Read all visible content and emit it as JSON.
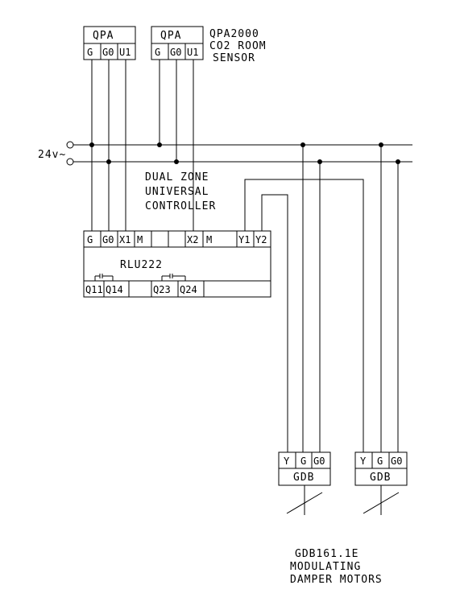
{
  "sensors": {
    "label": "QPA",
    "terminals": [
      "G",
      "G0",
      "U1"
    ],
    "description": [
      "QPA2000",
      "CO2 ROOM",
      "SENSOR"
    ]
  },
  "supply": {
    "label": "24v~"
  },
  "controller": {
    "description": [
      "DUAL ZONE",
      "UNIVERSAL",
      "CONTROLLER"
    ],
    "model": "RLU222",
    "top_terminals": [
      "G",
      "G0",
      "X1",
      "M",
      "",
      "",
      "X2",
      "M",
      "Y1",
      "Y2"
    ],
    "bottom_terminals": [
      "Q11",
      "Q14",
      "",
      "Q23",
      "Q24"
    ]
  },
  "actuators": {
    "label": "GDB",
    "terminals": [
      "Y",
      "G",
      "G0"
    ],
    "description": [
      "GDB161.1E",
      "MODULATING",
      "DAMPER MOTORS"
    ]
  }
}
